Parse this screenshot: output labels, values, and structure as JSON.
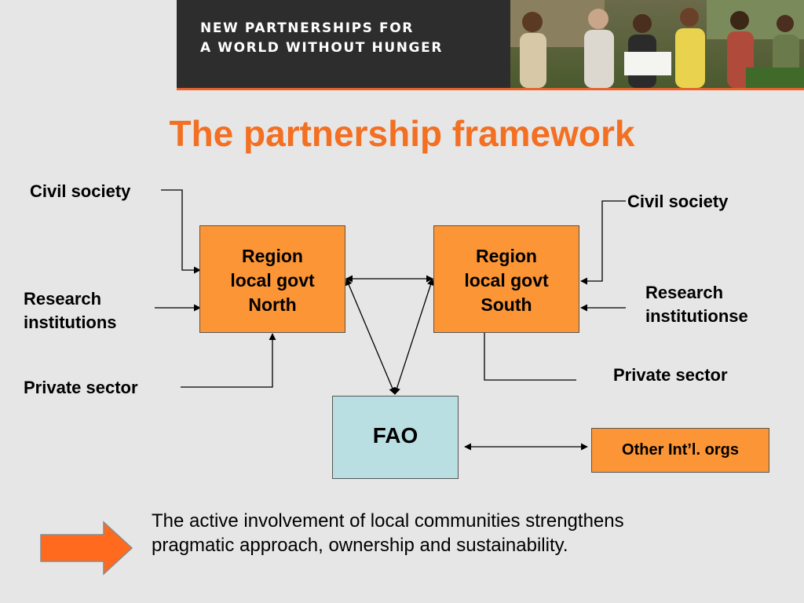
{
  "banner": {
    "line1": "NEW PARTNERSHIPS FOR",
    "line2": "A WORLD WITHOUT HUNGER"
  },
  "title": "The partnership framework",
  "left": {
    "civil_society": "Civil society",
    "research_line1": "Research",
    "research_line2": "institutions",
    "private_sector": "Private sector"
  },
  "right": {
    "civil_society": "Civil society",
    "research_line1": "Research",
    "research_line2": "institutionse",
    "private_sector": "Private sector"
  },
  "north_box": {
    "line1": "Region",
    "line2": "local govt",
    "line3": "North"
  },
  "south_box": {
    "line1": "Region",
    "line2": "local govt",
    "line3": "South"
  },
  "fao_box": "FAO",
  "intl_box": "Other Int’l. orgs",
  "footer": {
    "line1": "The active involvement of local communities strengthens",
    "line2": "pragmatic approach, ownership and sustainability."
  },
  "colors": {
    "title": "#f36f21",
    "region_fill": "#fb9535",
    "fao_fill": "#b9dfe3",
    "arrow_fill": "#ff6a1f",
    "banner_bg": "#2d2d2d"
  },
  "icons": {
    "big_arrow": "right-arrow-icon",
    "banner_photo": "people-photo"
  }
}
